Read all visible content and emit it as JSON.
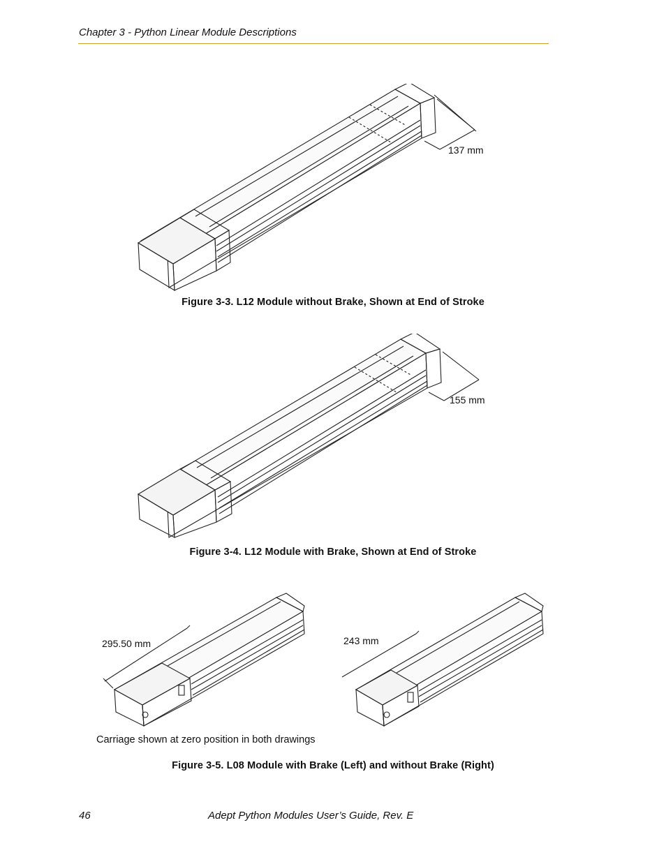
{
  "header": {
    "chapter": "Chapter 3 - Python Linear Module Descriptions"
  },
  "figures": [
    {
      "dimension": "137 mm",
      "caption": "Figure 3-3. L12 Module without Brake, Shown at End of Stroke"
    },
    {
      "dimension": "155 mm",
      "caption": "Figure 3-4. L12 Module with Brake, Shown at End of Stroke"
    },
    {
      "dimension_left": "295.50 mm",
      "dimension_right": "243 mm",
      "note": "Carriage shown at zero position in both drawings",
      "caption": "Figure 3-5. L08 Module with Brake (Left) and without Brake (Right)"
    }
  ],
  "footer": {
    "page_number": "46",
    "title": "Adept Python Modules User’s Guide, Rev. E"
  }
}
